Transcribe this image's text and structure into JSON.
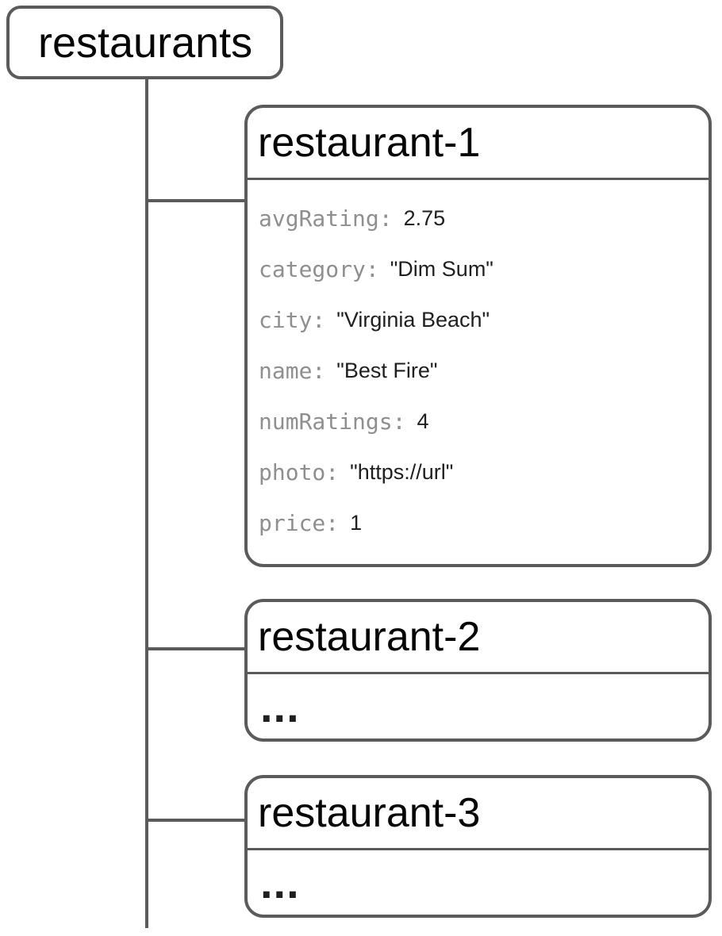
{
  "diagram": {
    "type": "database-tree",
    "colors": {
      "line_and_border": "#5b5b5b",
      "key_text": "#8f8f8f",
      "value_text": "#1f1f1f",
      "title_text": "#060606",
      "background": "#ffffff"
    },
    "root": {
      "label": "restaurants"
    },
    "documents": [
      {
        "title": "restaurant-1",
        "fields": [
          {
            "key": "avgRating:",
            "value": "2.75"
          },
          {
            "key": "category:",
            "value": "\"Dim Sum\""
          },
          {
            "key": "city:",
            "value": "\"Virginia Beach\""
          },
          {
            "key": "name:",
            "value": "\"Best Fire\""
          },
          {
            "key": "numRatings:",
            "value": "4"
          },
          {
            "key": "photo:",
            "value": "\"https://url\""
          },
          {
            "key": "price:",
            "value": "1"
          }
        ]
      },
      {
        "title": "restaurant-2",
        "collapsed": "..."
      },
      {
        "title": "restaurant-3",
        "collapsed": "..."
      }
    ]
  }
}
